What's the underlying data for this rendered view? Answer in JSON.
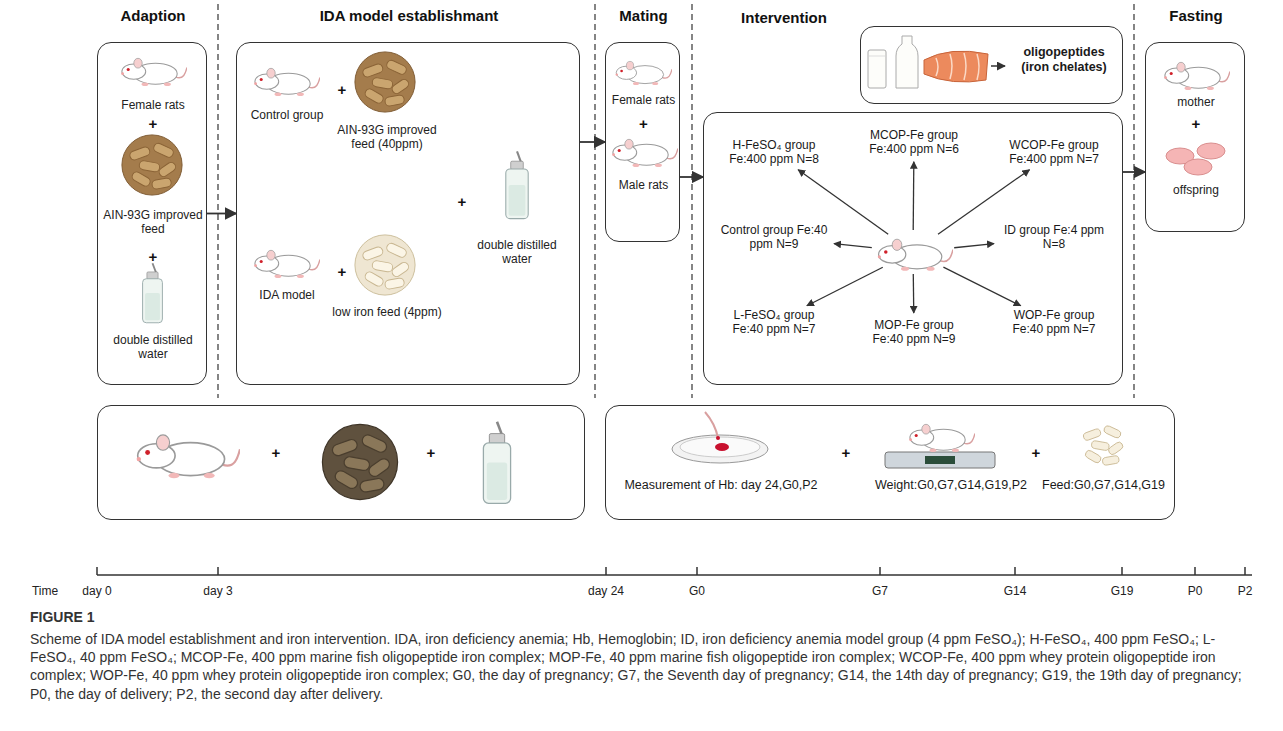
{
  "diagram": {
    "caption": "Scheme of IDA model establishment and iron intervention. IDA, iron deficiency anemia; Hb, Hemoglobin; ID, iron deficiency anemia model group (4 ppm FeSO₄); H-FeSO₄, 400 ppm FeSO₄; L-FeSO₄, 40 ppm FeSO₄; MCOP-Fe, 400 ppm marine fish oligopeptide iron complex; MOP-Fe, 40 ppm marine fish oligopeptide iron complex; WCOP-Fe, 400 ppm whey protein oligopeptide iron complex; WOP-Fe, 40 ppm whey protein oligopeptide iron complex; G0, the day of pregnancy; G7, the Seventh day of pregnancy; G14, the 14th day of pregnancy; G19, the 19th day of pregnancy; P0, the day of delivery; P2, the second day after delivery.",
    "nodes": [
      {
        "text": [
          "Adaption",
          "Female rats",
          "+",
          "AIN-93G improved feed",
          "+",
          "double distilled water"
        ]
      },
      {
        "text": [
          "IDA model establishmant",
          "Control group",
          "+",
          "AIN-93G improved feed (40ppm)",
          "+",
          "double distilled water",
          "IDA model",
          "+",
          "low iron feed (4ppm)"
        ]
      },
      {
        "text": [
          "Mating",
          "Female rats",
          "+",
          "Male rats"
        ]
      },
      {
        "text": [
          "oligopeptides (iron chelates)"
        ]
      },
      {
        "text": [
          "Intervention",
          "H-FeSO₄ group Fe:400 ppm N=8",
          "MCOP-Fe group Fe:400 ppm N=6",
          "WCOP-Fe group Fe:400 ppm N=7",
          "Control group Fe:40 ppm N=9",
          "ID group Fe:4 ppm N=8",
          "L-FeSO₄ group Fe:40 ppm N=7",
          "MOP-Fe group Fe:40 ppm N=9",
          "WOP-Fe group Fe:40 ppm N=7"
        ]
      },
      {
        "text": [
          "Fasting",
          "mother",
          "+",
          "offspring"
        ]
      },
      {
        "text": [
          "+",
          "+"
        ]
      },
      {
        "text": [
          "Measurement of Hb: day 24,G0,P2",
          "+",
          "Weight:G0,G7,G14,G19,P2",
          "+",
          "Feed:G0,G7,G14,G19"
        ]
      }
    ],
    "edges": [
      {
        "from": 0,
        "to": 1,
        "arrow": "to"
      },
      {
        "from": 1,
        "to": 2,
        "arrow": "to"
      },
      {
        "from": 2,
        "to": 4,
        "arrow": "to"
      },
      {
        "from": 4,
        "to": 5,
        "arrow": "to"
      }
    ],
    "labels": [
      "Time",
      "day 0",
      "day 3",
      "day 24",
      "G0",
      "G7",
      "G14",
      "G19",
      "P0",
      "P2",
      "FIGURE 1"
    ]
  }
}
